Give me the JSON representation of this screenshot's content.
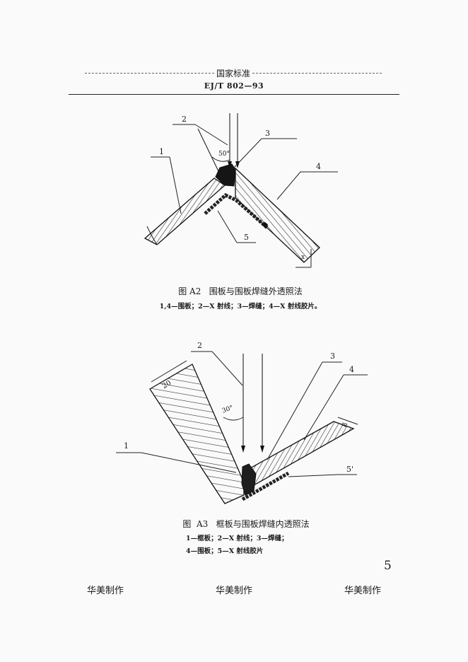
{
  "header": {
    "title": "国家标准",
    "code": "EJ/T 802—93"
  },
  "figure_a2": {
    "labels": {
      "item1": "1",
      "item2": "2",
      "item3": "3",
      "item4": "4",
      "item5": "5",
      "angle": "50°",
      "end_mark": "x"
    },
    "caption": "图 A2   围板与围板焊缝外透照法",
    "legend": "1,4—围板；2—X 射线；3—焊缝；4—X 射线胶片。"
  },
  "figure_a3": {
    "labels": {
      "item1": "1",
      "item2": "2",
      "item3": "3",
      "item4": "4",
      "item5": "5'",
      "angle": "30°",
      "dim_frame": "20",
      "dim_wall": "8"
    },
    "caption": "图  A3   框板与围板焊缝内透照法",
    "legend_line1": "1—框板；2—X 射线；3—焊缝；",
    "legend_line2": "4—围板；5—X 射线胶片"
  },
  "page_number": "5",
  "footer": [
    "华美制作",
    "华美制作",
    "华美制作"
  ]
}
